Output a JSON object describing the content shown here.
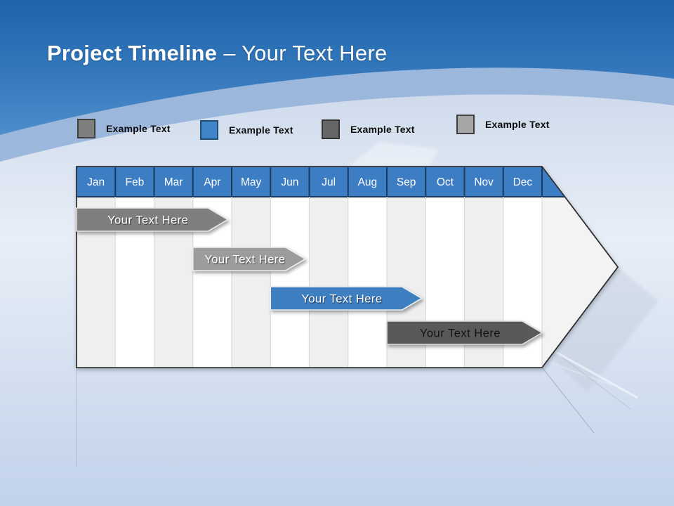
{
  "title": {
    "emphasis": "Project Timeline",
    "secondary": "– Your Text Here"
  },
  "legend": {
    "items": [
      {
        "label": "Example Text",
        "fill": "#7f7f7f",
        "border": "#3f3f3f"
      },
      {
        "label": "Example Text",
        "fill": "#3f85c8",
        "border": "#1f4e79"
      },
      {
        "label": "Example Text",
        "fill": "#666666",
        "border": "#333333"
      },
      {
        "label": "Example Text",
        "fill": "#a6a6a6",
        "border": "#3f3f3f"
      }
    ]
  },
  "timeline": {
    "months": [
      "Jan",
      "Feb",
      "Mar",
      "Apr",
      "May",
      "Jun",
      "Jul",
      "Aug",
      "Sep",
      "Oct",
      "Nov",
      "Dec"
    ],
    "header_fill": "#3c7dc3",
    "header_text_color": "#ffffff",
    "bars": [
      {
        "label": "Your Text Here",
        "fill": "#7f7f7f",
        "border": "#e8e8e8",
        "text_color": "#ffffff",
        "start_month": 0.0,
        "end_month": 3.9,
        "row": 0
      },
      {
        "label": "Your Text Here",
        "fill": "#9c9c9c",
        "border": "#ededed",
        "text_color": "#ffffff",
        "start_month": 3.0,
        "end_month": 5.9,
        "row": 1
      },
      {
        "label": "Your Text Here",
        "fill": "#3d7fc1",
        "border": "#e8eef5",
        "text_color": "#ffffff",
        "start_month": 5.0,
        "end_month": 8.9,
        "row": 2
      },
      {
        "label": "Your Text Here",
        "fill": "#595959",
        "border": "#dddddd",
        "text_color": "#121212",
        "start_month": 8.0,
        "end_month": 12.0,
        "row": 3
      }
    ]
  },
  "colors": {
    "bg_blue_top": "#1d64aa",
    "bg_blue_bottom": "#4d8ecb",
    "curve_band": "#9bb7dc",
    "bg_light": "#e8eef7",
    "stripe_gray": "#efefef",
    "stripe_white": "#ffffff",
    "arrow_head_fill": "#f3f3f3",
    "grid_line": "#d9d9d9",
    "header_separator": "#1c3a5f",
    "outline": "#2e2e2e"
  }
}
